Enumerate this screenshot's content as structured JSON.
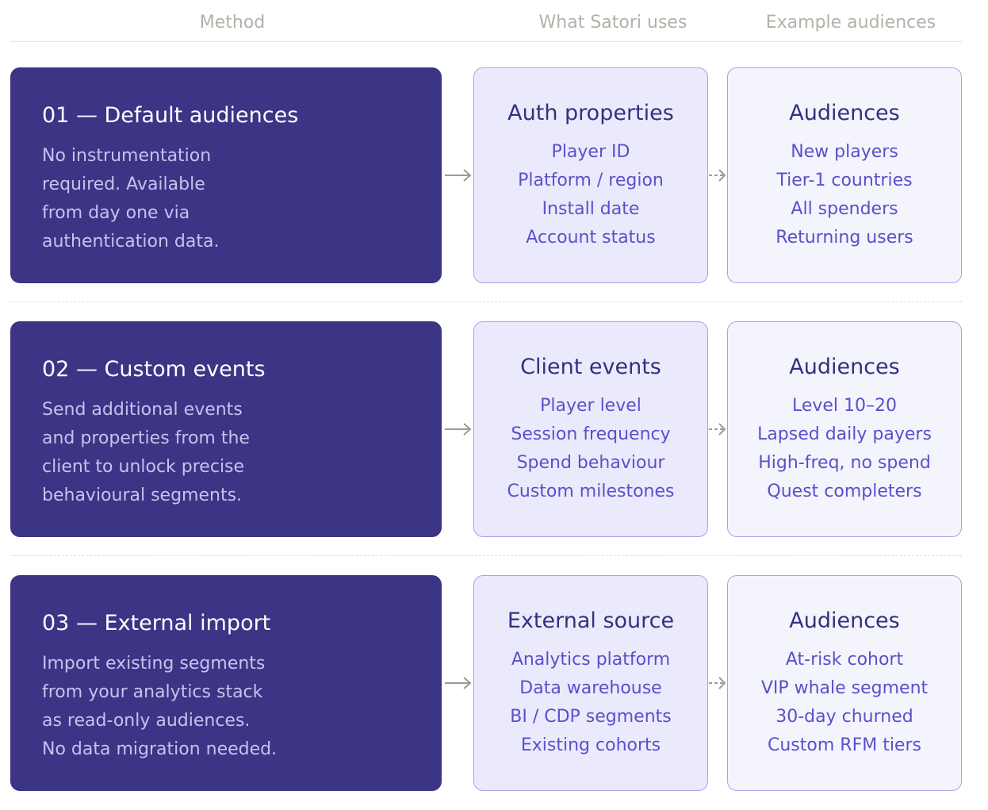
{
  "headers": {
    "method": "Method",
    "satori": "What Satori uses",
    "audiences": "Example audiences"
  },
  "rows": [
    {
      "method_title": "01 — Default audiences",
      "method_desc": [
        "No instrumentation",
        "required. Available",
        "from day one via",
        "authentication data."
      ],
      "source_title": "Auth properties",
      "source_items": [
        "Player ID",
        "Platform / region",
        "Install date",
        "Account status"
      ],
      "audience_title": "Audiences",
      "audience_items": [
        "New players",
        "Tier-1 countries",
        "All spenders",
        "Returning users"
      ]
    },
    {
      "method_title": "02 — Custom events",
      "method_desc": [
        "Send additional events",
        "and properties from the",
        "client to unlock precise",
        "behavioural segments."
      ],
      "source_title": "Client events",
      "source_items": [
        "Player level",
        "Session frequency",
        "Spend behaviour",
        "Custom milestones"
      ],
      "audience_title": "Audiences",
      "audience_items": [
        "Level 10–20",
        "Lapsed daily payers",
        "High-freq, no spend",
        "Quest completers"
      ]
    },
    {
      "method_title": "03 — External import",
      "method_desc": [
        "Import existing segments",
        "from your analytics stack",
        "as read-only audiences.",
        "No data migration needed."
      ],
      "source_title": "External source",
      "source_items": [
        "Analytics platform",
        "Data warehouse",
        "BI / CDP segments",
        "Existing cohorts"
      ],
      "audience_title": "Audiences",
      "audience_items": [
        "At-risk cohort",
        "VIP whale segment",
        "30-day churned",
        "Custom RFM tiers"
      ]
    }
  ],
  "colors": {
    "method_bg": "#3c3485",
    "card_border": "#a8a3e8",
    "arrow": "#9b9b94"
  }
}
